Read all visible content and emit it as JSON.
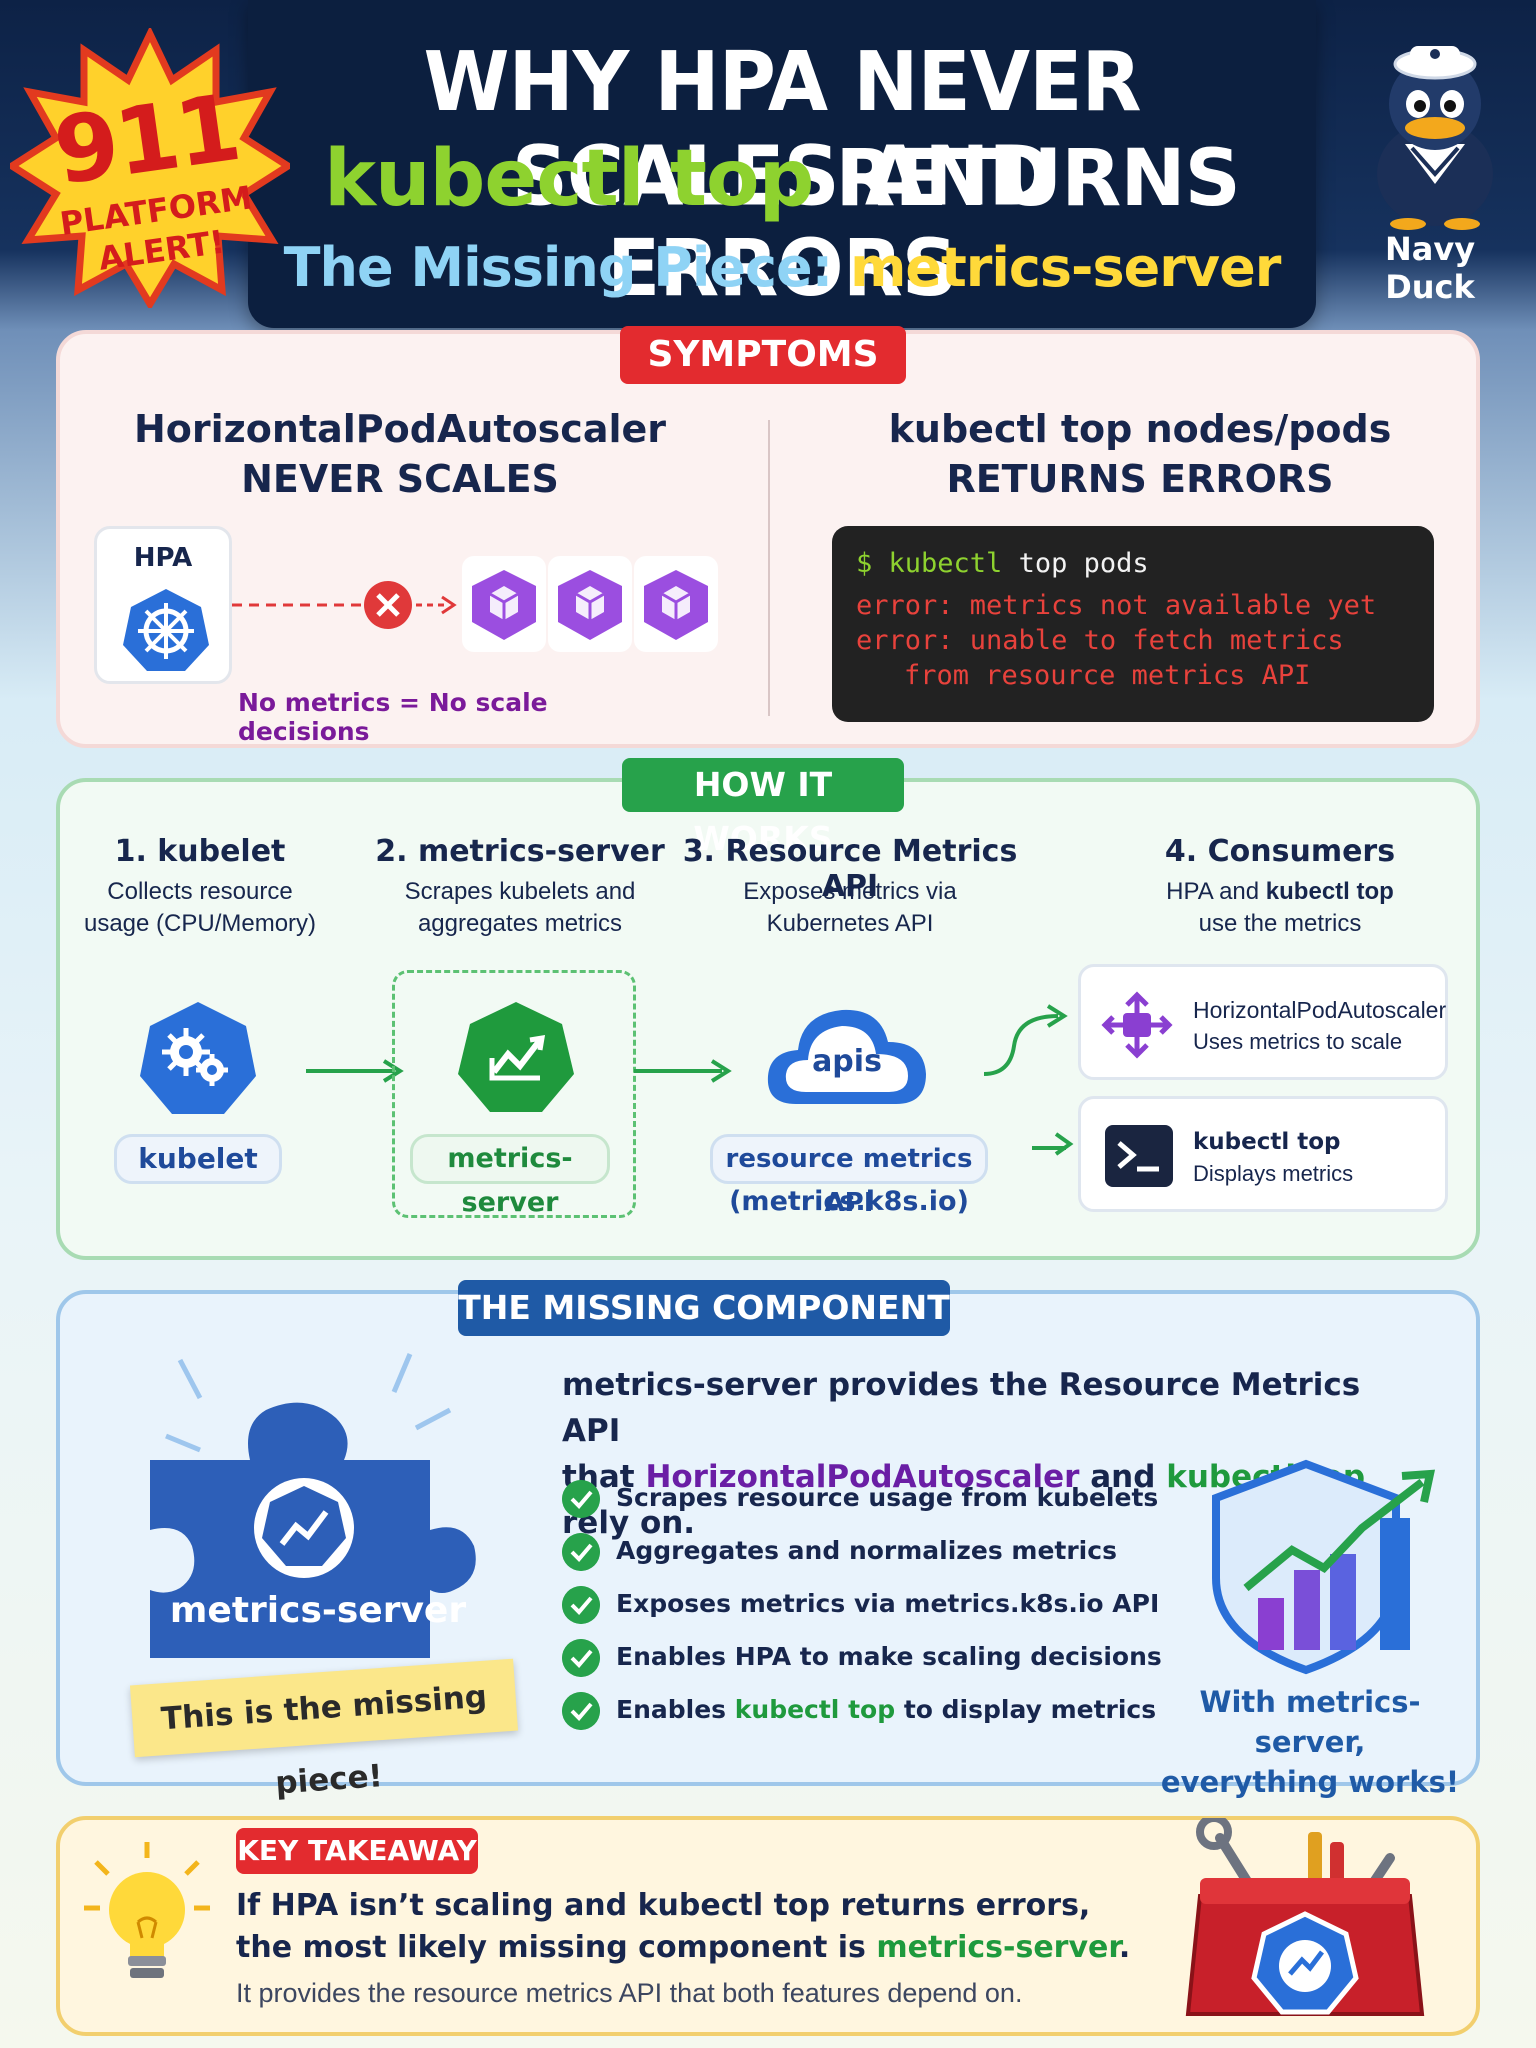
{
  "header": {
    "title_line1": "WHY HPA NEVER SCALES AND",
    "title_line2_green": "kubectl top",
    "title_line2_white": "RETURNS ERRORS",
    "subtitle_prefix": "The Missing Piece:",
    "subtitle_highlight": "metrics-server",
    "alert_number": "911",
    "alert_line1": "PLATFORM",
    "alert_line2": "ALERT!",
    "mascot_label": "Navy Duck"
  },
  "symptoms": {
    "tag": "SYMPTOMS",
    "left_title_1": "HorizontalPodAutoscaler",
    "left_title_2": "NEVER SCALES",
    "hpa_label": "HPA",
    "caption": "No metrics = No scale decisions",
    "right_title_1": "kubectl top nodes/pods",
    "right_title_2": "RETURNS ERRORS",
    "terminal": {
      "prompt": "$ kubectl",
      "command": "top pods",
      "error1": "error: metrics not available yet",
      "error2": "error: unable to fetch metrics",
      "error3": "from resource metrics API"
    }
  },
  "how": {
    "tag": "HOW IT WORKS",
    "steps": [
      {
        "title": "1. kubelet",
        "desc1": "Collects resource",
        "desc2": "usage (CPU/Memory)",
        "pill": "kubelet"
      },
      {
        "title": "2. metrics-server",
        "desc1": "Scrapes kubelets and",
        "desc2": "aggregates metrics",
        "pill": "metrics-server"
      },
      {
        "title": "3. Resource Metrics API",
        "desc1": "Exposes metrics via",
        "desc2": "Kubernetes API",
        "pill": "resource metrics API",
        "pill2": "(metrics.k8s.io)",
        "cloud": "apis"
      },
      {
        "title": "4. Consumers",
        "desc1_pre": "HPA and ",
        "desc1_bold": "kubectl top",
        "desc2": "use the metrics"
      }
    ],
    "consumers": [
      {
        "title": "HorizontalPodAutoscaler",
        "sub": "Uses metrics to scale"
      },
      {
        "title": "kubectl top",
        "sub": "Displays metrics"
      }
    ]
  },
  "missing": {
    "tag": "THE MISSING COMPONENT",
    "head1": "metrics-server provides the Resource Metrics API",
    "head2_pre": "that",
    "head2_purple": "HorizontalPodAutoscaler",
    "head2_mid": "and",
    "head2_green": "kubectl top",
    "head2_post": "rely on.",
    "checks": [
      "Scrapes resource usage from kubelets",
      "Aggregates and normalizes metrics",
      "Exposes metrics via metrics.k8s.io API",
      "Enables HPA to make scaling decisions"
    ],
    "check5_pre": "Enables",
    "check5_green": "kubectl top",
    "check5_post": "to display metrics",
    "puzzle_label": "metrics-server",
    "sticky_note": "This is the missing piece!",
    "with_line1": "With metrics-server,",
    "with_line2": "everything works!"
  },
  "takeaway": {
    "tag": "KEY TAKEAWAY",
    "line1": "If HPA isn’t scaling and kubectl top returns errors,",
    "line2_pre": "the most likely missing component is",
    "line2_green": "metrics-server",
    "line2_post": ".",
    "sub": "It provides the resource metrics API that both features depend on."
  },
  "colors": {
    "navy": "#0c1f3f",
    "alert_red": "#e32b2f",
    "kube_blue": "#2a6fd8",
    "green": "#27a24b",
    "purple": "#8a3fd1",
    "yellow": "#ffd93a"
  }
}
